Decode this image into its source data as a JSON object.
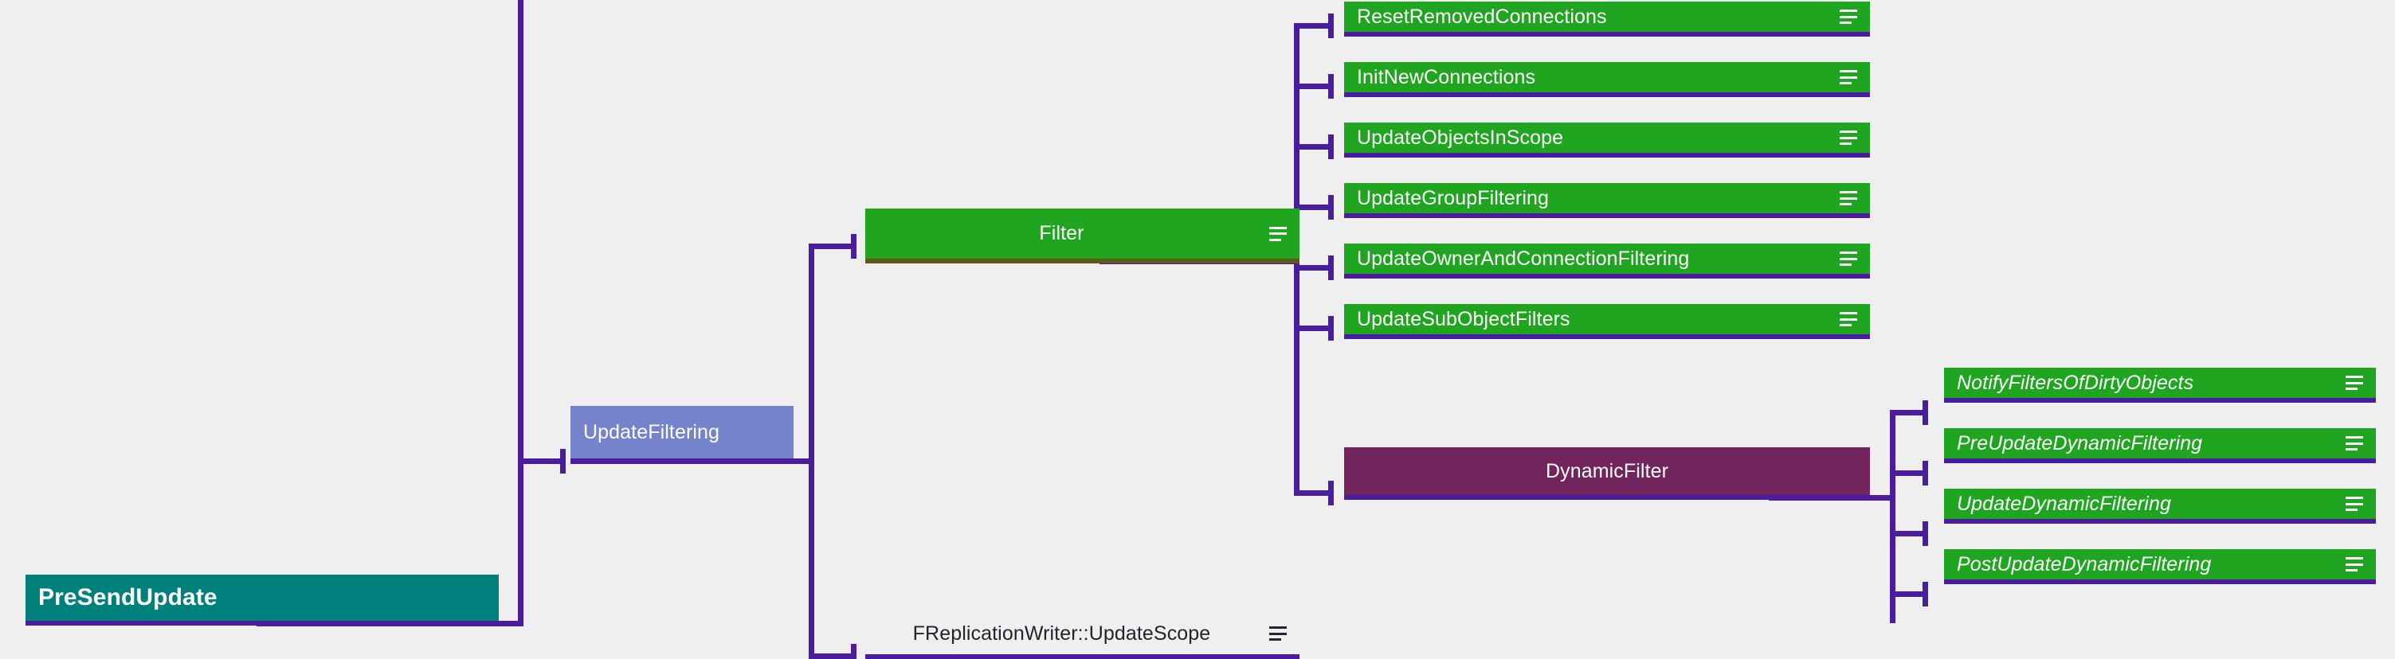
{
  "diagram": {
    "kind": "call-tree-profiler-flamegraph",
    "background_color": "#efeff0",
    "edge_color": "#4a1d9e",
    "palette": {
      "green": "#1fa51f",
      "teal": "#00807d",
      "blue": "#7583cc",
      "magenta": "#72255c",
      "olive_border": "#5d5a18",
      "text_light": "#ffffff",
      "text_dark": "#23232b"
    },
    "icon_names": [
      "hamburger-menu-icon"
    ]
  },
  "nodes": {
    "root": {
      "label": "PreSendUpdate",
      "color": "teal",
      "align": "left",
      "icon": false
    },
    "update_filtering": {
      "label": "UpdateFiltering",
      "color": "blue",
      "align": "left",
      "icon": false
    },
    "filter": {
      "label": "Filter",
      "color": "green",
      "align": "center",
      "icon": true
    },
    "update_scope": {
      "label": "FReplicationWriter::UpdateScope",
      "color": "plain",
      "align": "center",
      "icon": true
    },
    "dynamic_filter": {
      "label": "DynamicFilter",
      "color": "magenta",
      "align": "center",
      "icon": false
    }
  },
  "filter_children": [
    {
      "label": "ResetRemovedConnections",
      "color": "green",
      "icon": true,
      "italic": false
    },
    {
      "label": "InitNewConnections",
      "color": "green",
      "icon": true,
      "italic": false
    },
    {
      "label": "UpdateObjectsInScope",
      "color": "green",
      "icon": true,
      "italic": false
    },
    {
      "label": "UpdateGroupFiltering",
      "color": "green",
      "icon": true,
      "italic": false
    },
    {
      "label": "UpdateOwnerAndConnectionFiltering",
      "color": "green",
      "icon": true,
      "italic": false
    },
    {
      "label": "UpdateSubObjectFilters",
      "color": "green",
      "icon": true,
      "italic": false
    }
  ],
  "dynamic_filter_children": [
    {
      "label": "NotifyFiltersOfDirtyObjects",
      "color": "green",
      "icon": true,
      "italic": true
    },
    {
      "label": "PreUpdateDynamicFiltering",
      "color": "green",
      "icon": true,
      "italic": true
    },
    {
      "label": "UpdateDynamicFiltering",
      "color": "green",
      "icon": true,
      "italic": true
    },
    {
      "label": "PostUpdateDynamicFiltering",
      "color": "green",
      "icon": true,
      "italic": true
    }
  ]
}
